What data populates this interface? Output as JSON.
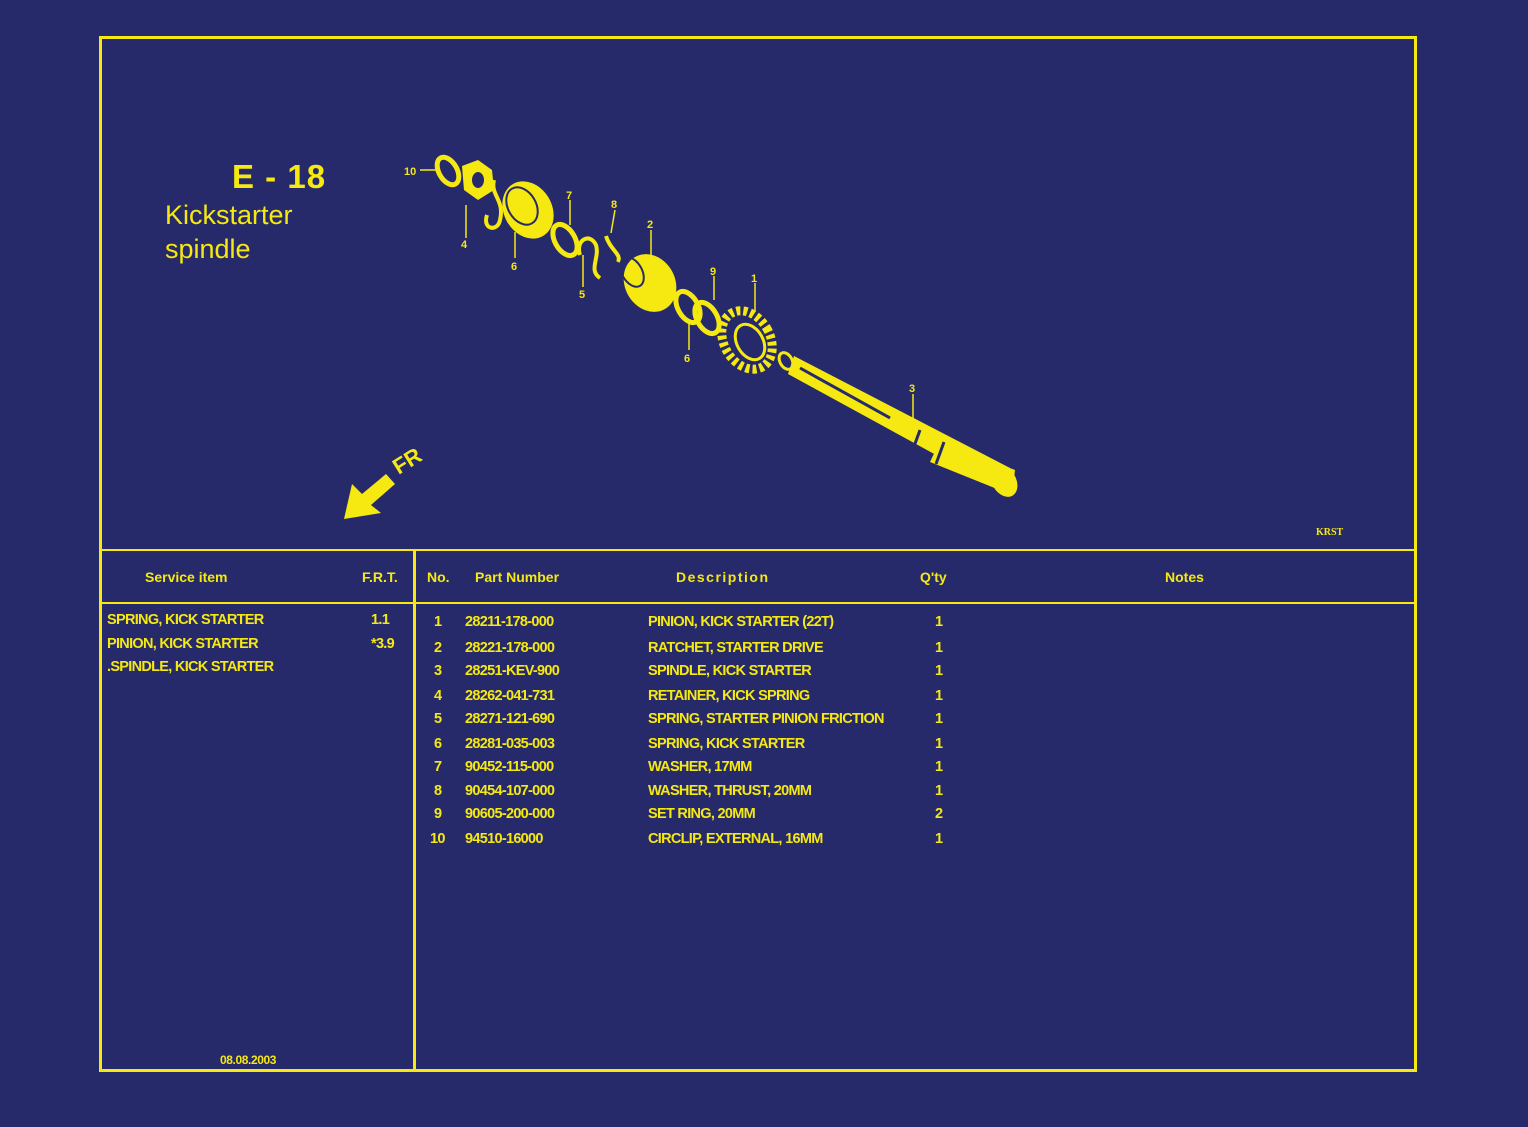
{
  "header": {
    "code": "E - 18",
    "title_line1": "Kickstarter",
    "title_line2": "spindle",
    "direction": "FR",
    "ref_code": "KRST"
  },
  "callouts": [
    "10",
    "4",
    "6",
    "7",
    "8",
    "5",
    "2",
    "9",
    "6",
    "1",
    "9",
    "3"
  ],
  "service_header": {
    "item": "Service item",
    "frt": "F.R.T."
  },
  "service_items": [
    {
      "name": "SPRING, KICK STARTER",
      "frt": "1.1"
    },
    {
      "name": "PINION, KICK STARTER",
      "frt": "*3.9"
    },
    {
      "name": ".SPINDLE, KICK STARTER",
      "frt": ""
    }
  ],
  "parts_header": {
    "no": "No.",
    "part_number": "Part Number",
    "description": "Description",
    "qty": "Q'ty",
    "notes": "Notes"
  },
  "parts": [
    {
      "no": "1",
      "part_number": "28211-178-000",
      "description": "PINION, KICK STARTER (22T)",
      "qty": "1"
    },
    {
      "no": "2",
      "part_number": "28221-178-000",
      "description": "RATCHET, STARTER DRIVE",
      "qty": "1"
    },
    {
      "no": "3",
      "part_number": "28251-KEV-900",
      "description": "SPINDLE, KICK STARTER",
      "qty": "1"
    },
    {
      "no": "4",
      "part_number": "28262-041-731",
      "description": "RETAINER, KICK SPRING",
      "qty": "1"
    },
    {
      "no": "5",
      "part_number": "28271-121-690",
      "description": "SPRING, STARTER PINION FRICTION",
      "qty": "1"
    },
    {
      "no": "6",
      "part_number": "28281-035-003",
      "description": "SPRING, KICK STARTER",
      "qty": "1"
    },
    {
      "no": "7",
      "part_number": "90452-115-000",
      "description": "WASHER, 17MM",
      "qty": "1"
    },
    {
      "no": "8",
      "part_number": "90454-107-000",
      "description": "WASHER, THRUST, 20MM",
      "qty": "1"
    },
    {
      "no": "9",
      "part_number": "90605-200-000",
      "description": "SET RING, 20MM",
      "qty": "2"
    },
    {
      "no": "10",
      "part_number": "94510-16000",
      "description": "CIRCLIP, EXTERNAL, 16MM",
      "qty": "1"
    }
  ],
  "footer": {
    "date": "08.08.2003"
  },
  "colors": {
    "background": "#272a6a",
    "ink": "#f5e911"
  }
}
